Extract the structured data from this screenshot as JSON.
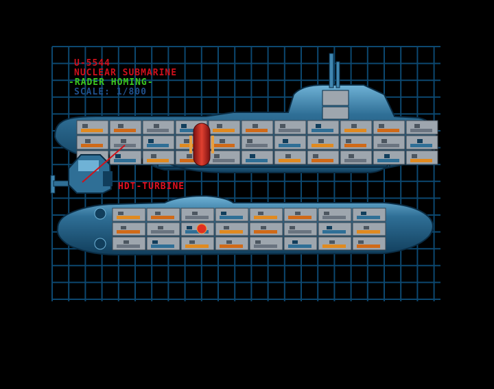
{
  "info": {
    "id": "U-5544",
    "type": "NUCLEAR SUBMARINE",
    "weapon": "-RADER HOMING-",
    "scale": "SCALE: 1/800"
  },
  "callout": {
    "label": "HDT-TURBINE"
  },
  "colors": {
    "grid": "#0c4870",
    "hull": "#2f6f96",
    "hull_dark": "#113e5c",
    "hull_light": "#6fb2d6",
    "room": "#9ea6ae",
    "id_text": "#d0101c",
    "weapon_text": "#3cc820",
    "scale_text": "#20508c",
    "callout_text": "#e01020"
  }
}
